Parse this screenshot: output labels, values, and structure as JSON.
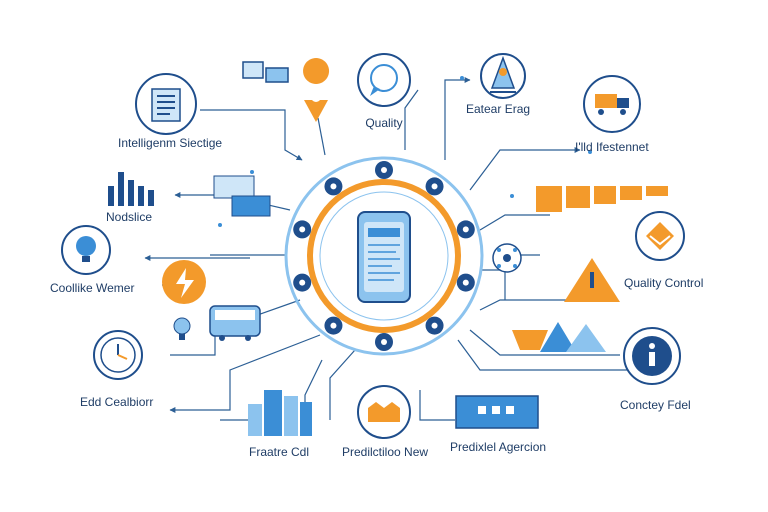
{
  "colors": {
    "navy": "#1f4e8c",
    "blue": "#3b8ed6",
    "lightblue": "#8cc3ee",
    "orange": "#f39a2b",
    "line": "#2c5f95"
  },
  "center": {
    "label": "Quality",
    "icon": "smartphone-icon"
  },
  "ring_icons": [
    "gauge-icon",
    "coin-icon",
    "settings-icon",
    "cart-icon",
    "lock-icon",
    "user-icon",
    "rotate-icon",
    "shield-icon",
    "book-icon",
    "chart-icon"
  ],
  "nodes": [
    {
      "id": "intelligent",
      "title": "Intelligenm Siectige",
      "icon": "document-icon"
    },
    {
      "id": "nodslice",
      "title": "Nodslice",
      "icon": "bar-chart-icon"
    },
    {
      "id": "coollike",
      "title": "Coollike Wemer",
      "icon": "lightbulb-icon"
    },
    {
      "id": "edd",
      "title": "Edd Cealbiorr",
      "icon": "clock-icon"
    },
    {
      "id": "feature",
      "title": "Fraatre Cdl",
      "icon": "buildings-icon"
    },
    {
      "id": "prediction",
      "title": "Predilctiloo New",
      "icon": "factory-icon"
    },
    {
      "id": "predixel",
      "title": "Predixlel Agercion",
      "icon": "control-panel-icon"
    },
    {
      "id": "contrey",
      "title": "Conctey Fdel",
      "icon": "info-icon"
    },
    {
      "id": "qualitycontrol",
      "title": "Quality Control",
      "icon": "warning-icon"
    },
    {
      "id": "htld",
      "title": "I'lld Ifestennet",
      "icon": "truck-icon"
    },
    {
      "id": "eatear",
      "title": "Eatear Erag",
      "icon": "robot-icon"
    },
    {
      "id": "lightning",
      "title": "",
      "icon": "lightning-icon"
    },
    {
      "id": "chat",
      "title": "",
      "icon": "chat-icon"
    },
    {
      "id": "pin",
      "title": "",
      "icon": "location-pin-icon"
    }
  ]
}
